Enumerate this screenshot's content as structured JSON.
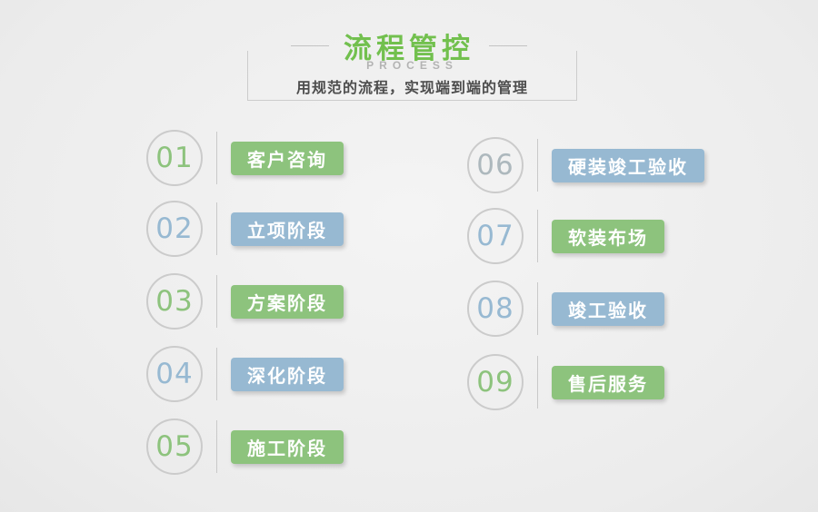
{
  "header": {
    "title": "流程管控",
    "subtitle": "PROCESS",
    "tagline": "用规范的流程，实现端到端的管理"
  },
  "colors": {
    "green": "#8dc37d",
    "blue": "#97b9d2",
    "gray": "#adb8bd",
    "title": "#72c04e"
  },
  "steps": [
    {
      "number": "01",
      "label": "客户咨询",
      "pill_color": "green",
      "number_color": "green"
    },
    {
      "number": "02",
      "label": "立项阶段",
      "pill_color": "blue",
      "number_color": "blue"
    },
    {
      "number": "03",
      "label": "方案阶段",
      "pill_color": "green",
      "number_color": "green"
    },
    {
      "number": "04",
      "label": "深化阶段",
      "pill_color": "blue",
      "number_color": "blue"
    },
    {
      "number": "05",
      "label": "施工阶段",
      "pill_color": "green",
      "number_color": "green"
    },
    {
      "number": "06",
      "label": "硬装竣工验收",
      "pill_color": "blue",
      "number_color": "gray"
    },
    {
      "number": "07",
      "label": "软装布场",
      "pill_color": "green",
      "number_color": "blue"
    },
    {
      "number": "08",
      "label": "竣工验收",
      "pill_color": "blue",
      "number_color": "blue"
    },
    {
      "number": "09",
      "label": "售后服务",
      "pill_color": "green",
      "number_color": "green"
    }
  ]
}
